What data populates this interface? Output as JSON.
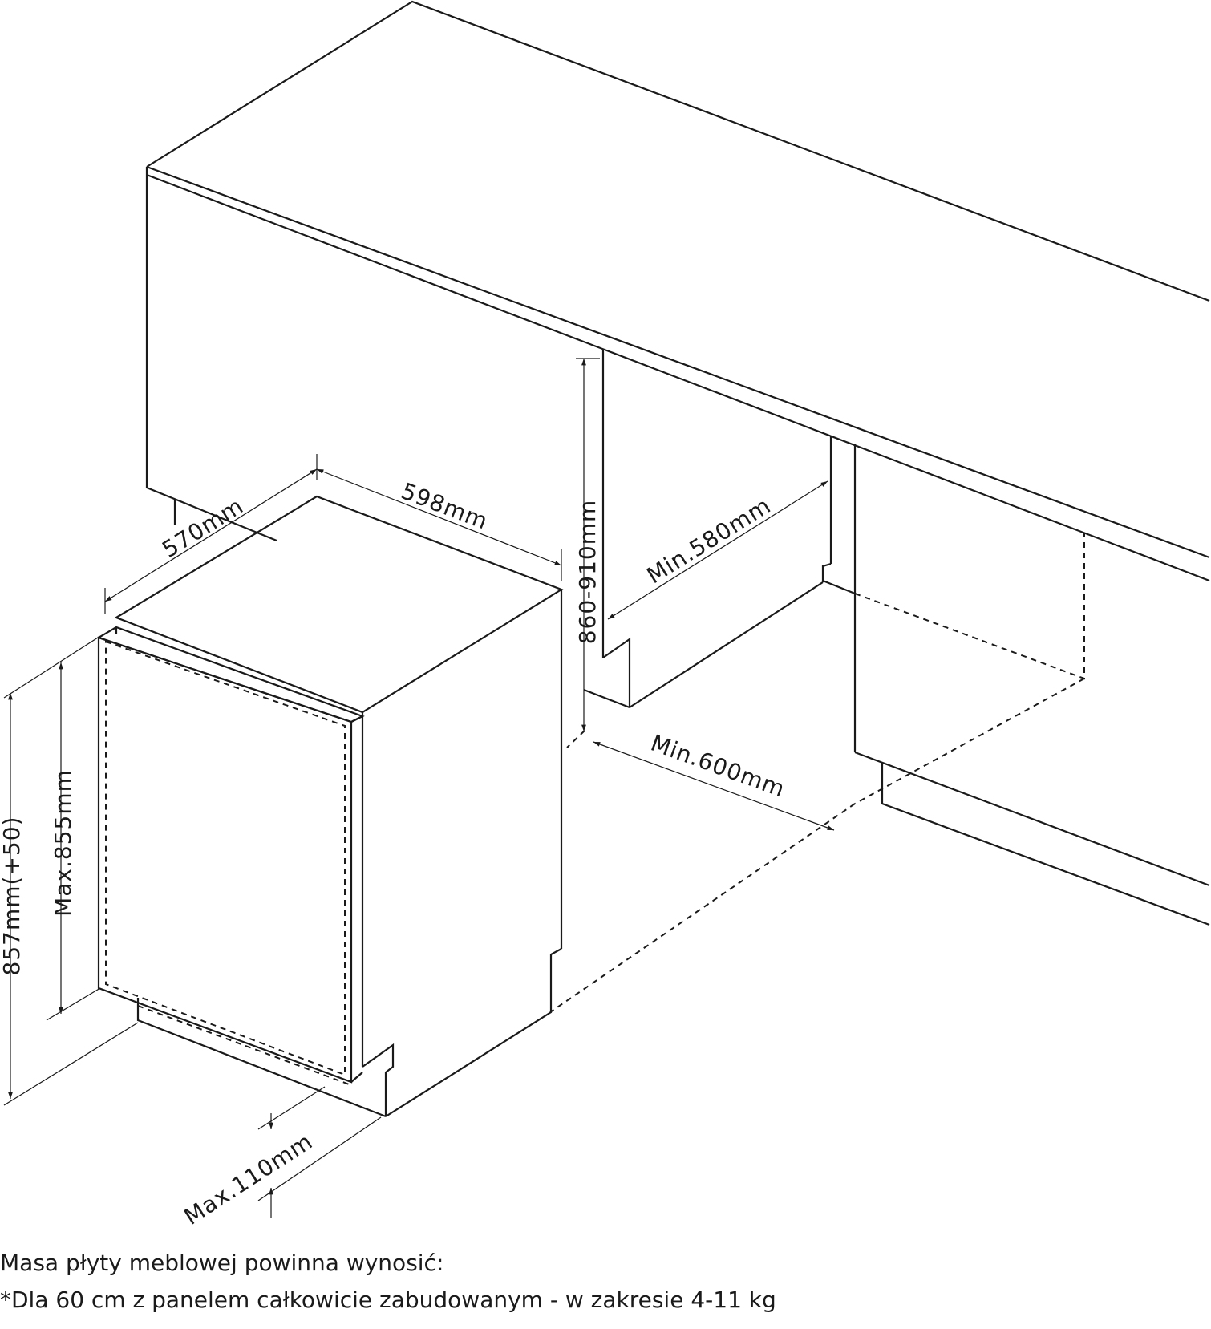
{
  "dimensions": {
    "depth": "570mm",
    "width": "598mm",
    "niche_height": "860-910mm",
    "niche_depth": "Min.580mm",
    "niche_width": "Min.600mm",
    "door_height": "Max.855mm",
    "total_height": "857mm(+50)",
    "plinth_height": "Max.110mm"
  },
  "notes": {
    "line1": "Masa płyty meblowej powinna wynosić:",
    "line2": "*Dla 60 cm z panelem całkowicie zabudowanym - w zakresie 4-11 kg"
  }
}
